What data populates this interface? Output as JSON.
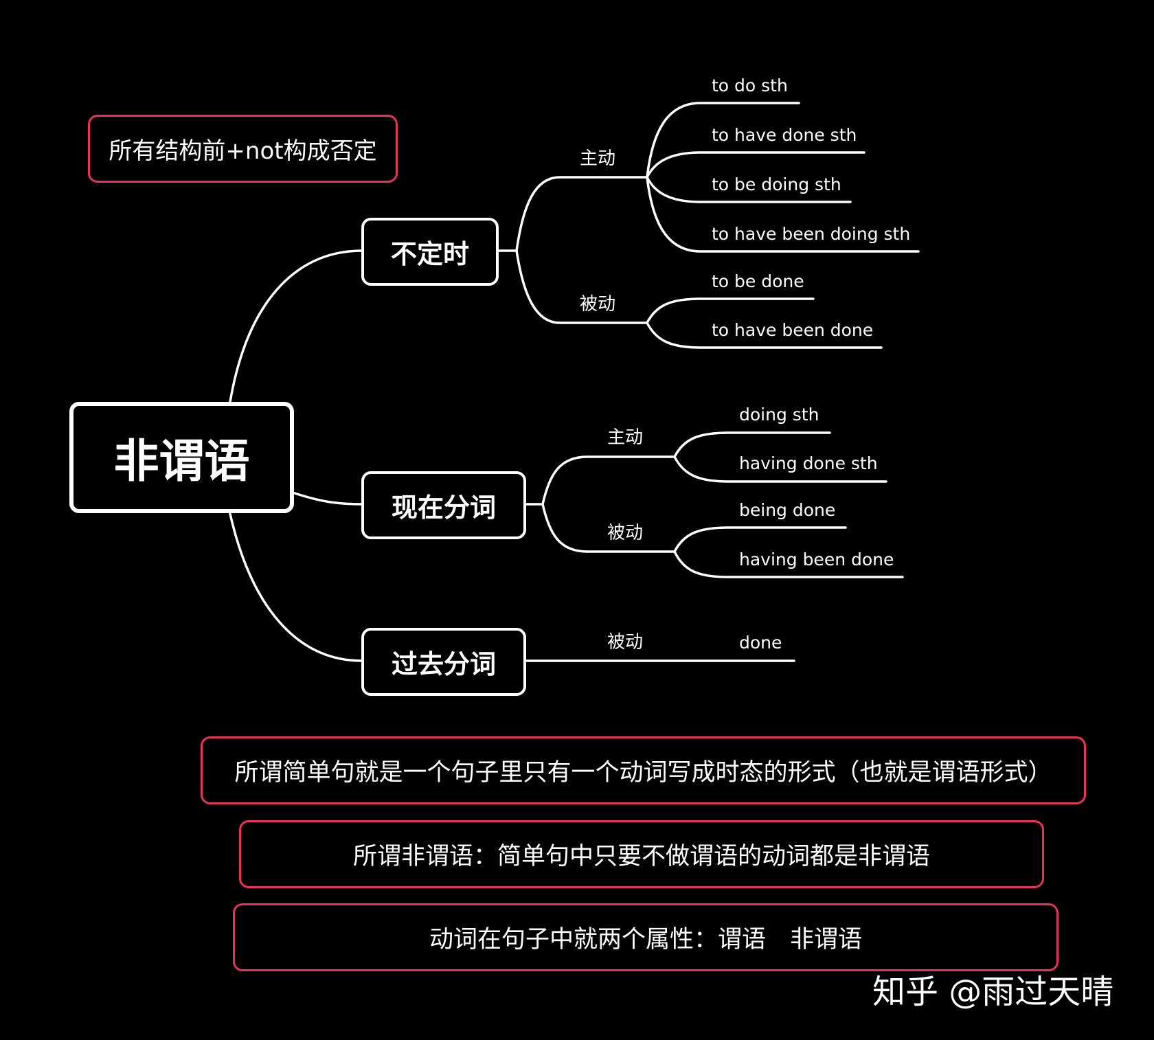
{
  "root": "非谓语",
  "notes": {
    "top": "所有结构前+not构成否定",
    "n1": "所谓简单句就是一个句子里只有一个动词写成时态的形式（也就是谓语形式）",
    "n2": "所谓非谓语：简单句中只要不做谓语的动词都是非谓语",
    "n3": "动词在句子中就两个属性：谓语　非谓语"
  },
  "branches": {
    "infinitive": {
      "label": "不定时",
      "active": {
        "label": "主动",
        "items": [
          "to do sth",
          "to have done sth",
          "to be doing sth",
          "to have been doing sth"
        ]
      },
      "passive": {
        "label": "被动",
        "items": [
          "to be done",
          "to have been done"
        ]
      }
    },
    "present_participle": {
      "label": "现在分词",
      "active": {
        "label": "主动",
        "items": [
          "doing sth",
          "having done sth"
        ]
      },
      "passive": {
        "label": "被动",
        "items": [
          "being done",
          "having been done"
        ]
      }
    },
    "past_participle": {
      "label": "过去分词",
      "passive": {
        "label": "被动",
        "items": [
          "done"
        ]
      }
    }
  },
  "watermark": "知乎 @雨过天晴",
  "colors": {
    "background": "#000000",
    "line": "#ffffff",
    "note_border": "#e8335a"
  }
}
